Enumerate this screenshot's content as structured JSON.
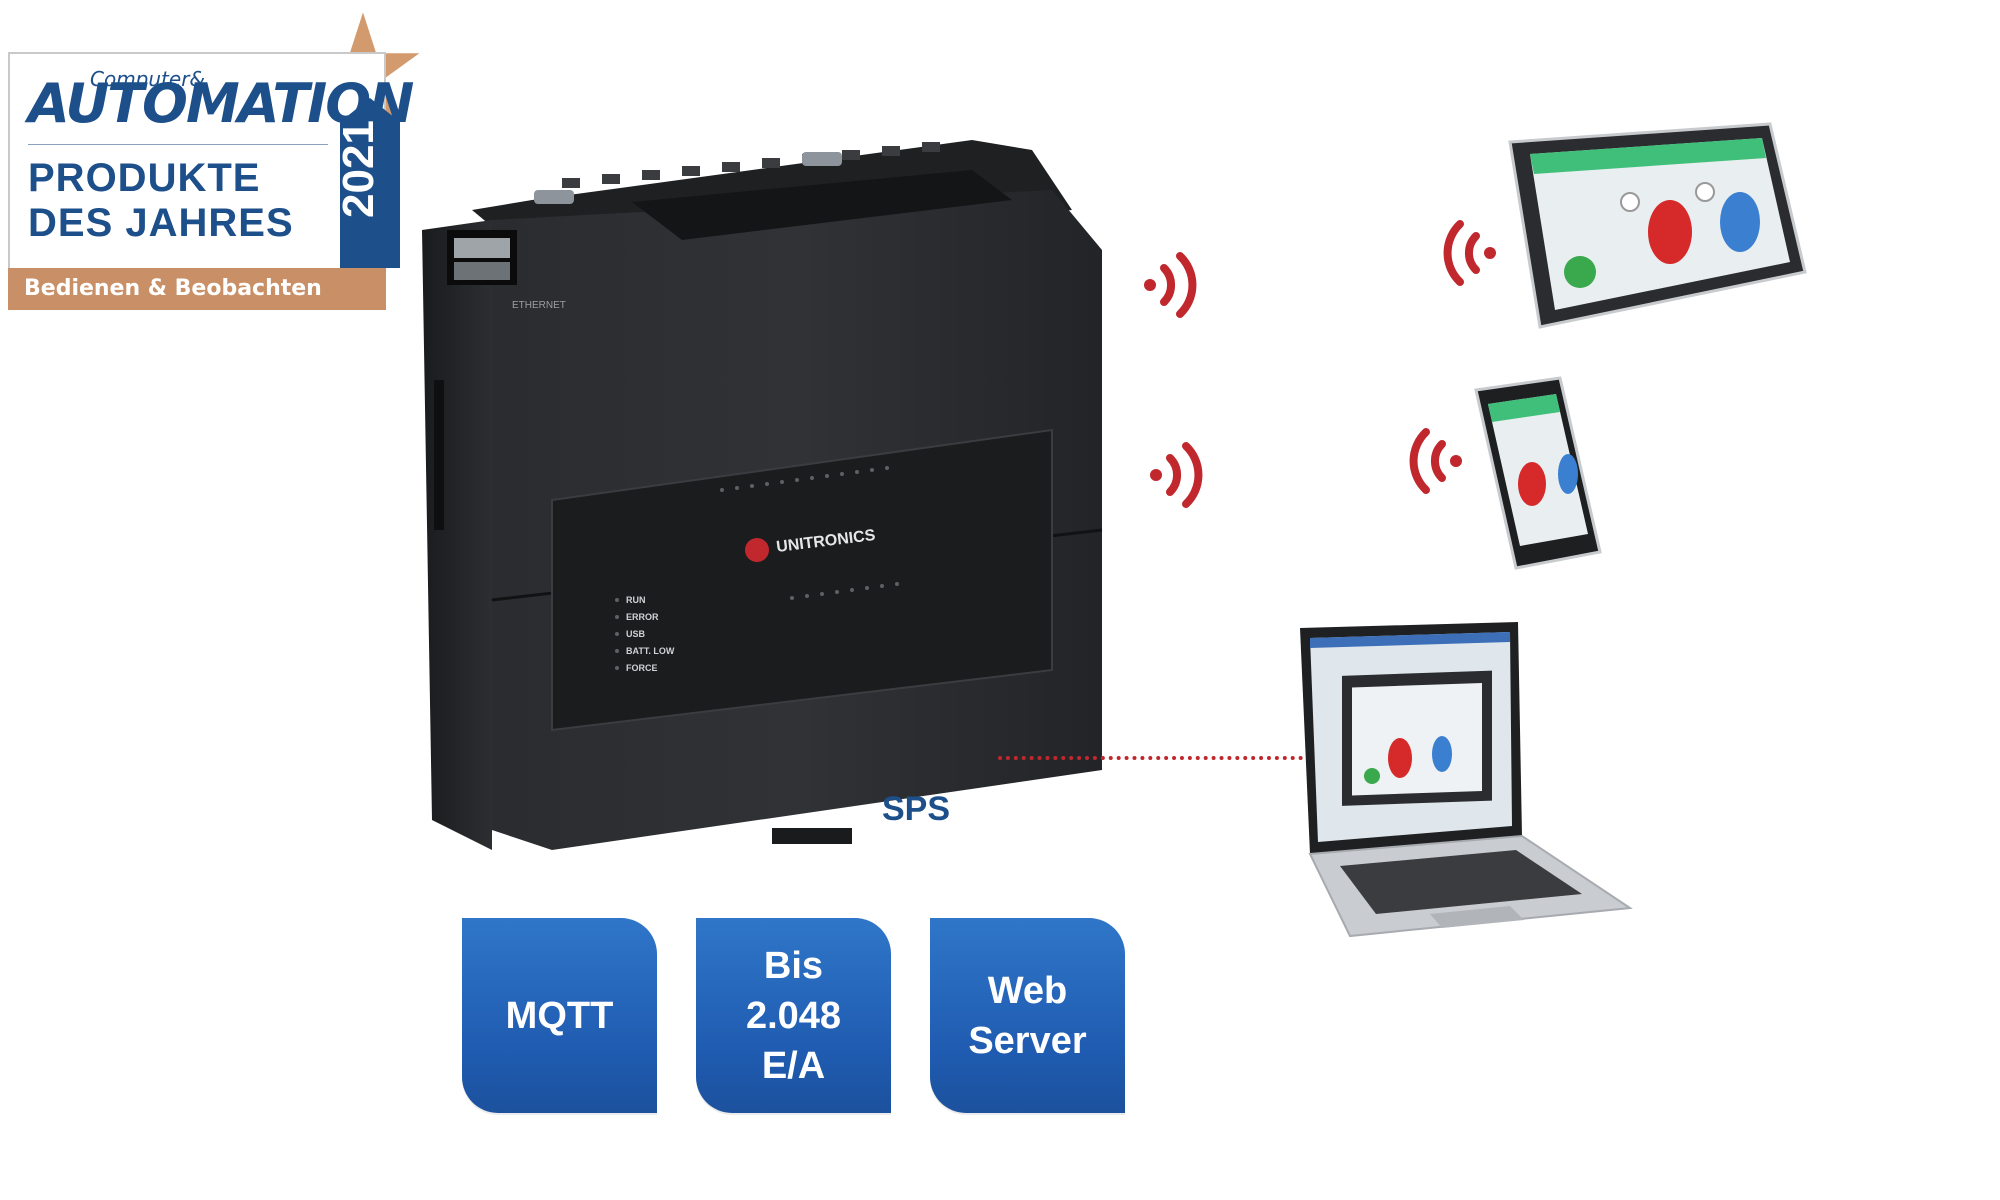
{
  "badge": {
    "brand_small": "Computer&",
    "brand_main": "AUTOMATION",
    "line1": "PRODUKTE",
    "line2": "DES JAHRES",
    "year": "2021",
    "category": "Bedienen & Beobachten",
    "colors": {
      "blue": "#1d4f8a",
      "copper": "#c99068"
    }
  },
  "device": {
    "brand": "UNITRONICS",
    "port_label": "ETHERNET",
    "status_leds": [
      "RUN",
      "ERROR",
      "USB",
      "BATT. LOW",
      "FORCE"
    ],
    "label": "SPS"
  },
  "tiles": [
    {
      "text": "MQTT"
    },
    {
      "text": "Bis\n2.048\nE/A"
    },
    {
      "text": "Web\nServer"
    }
  ],
  "icons": [
    "wifi-signal-icon",
    "tablet-icon",
    "smartphone-icon",
    "laptop-icon"
  ],
  "colors": {
    "wifi_red": "#c0282e",
    "tile_blue": "#1f5bb0"
  }
}
